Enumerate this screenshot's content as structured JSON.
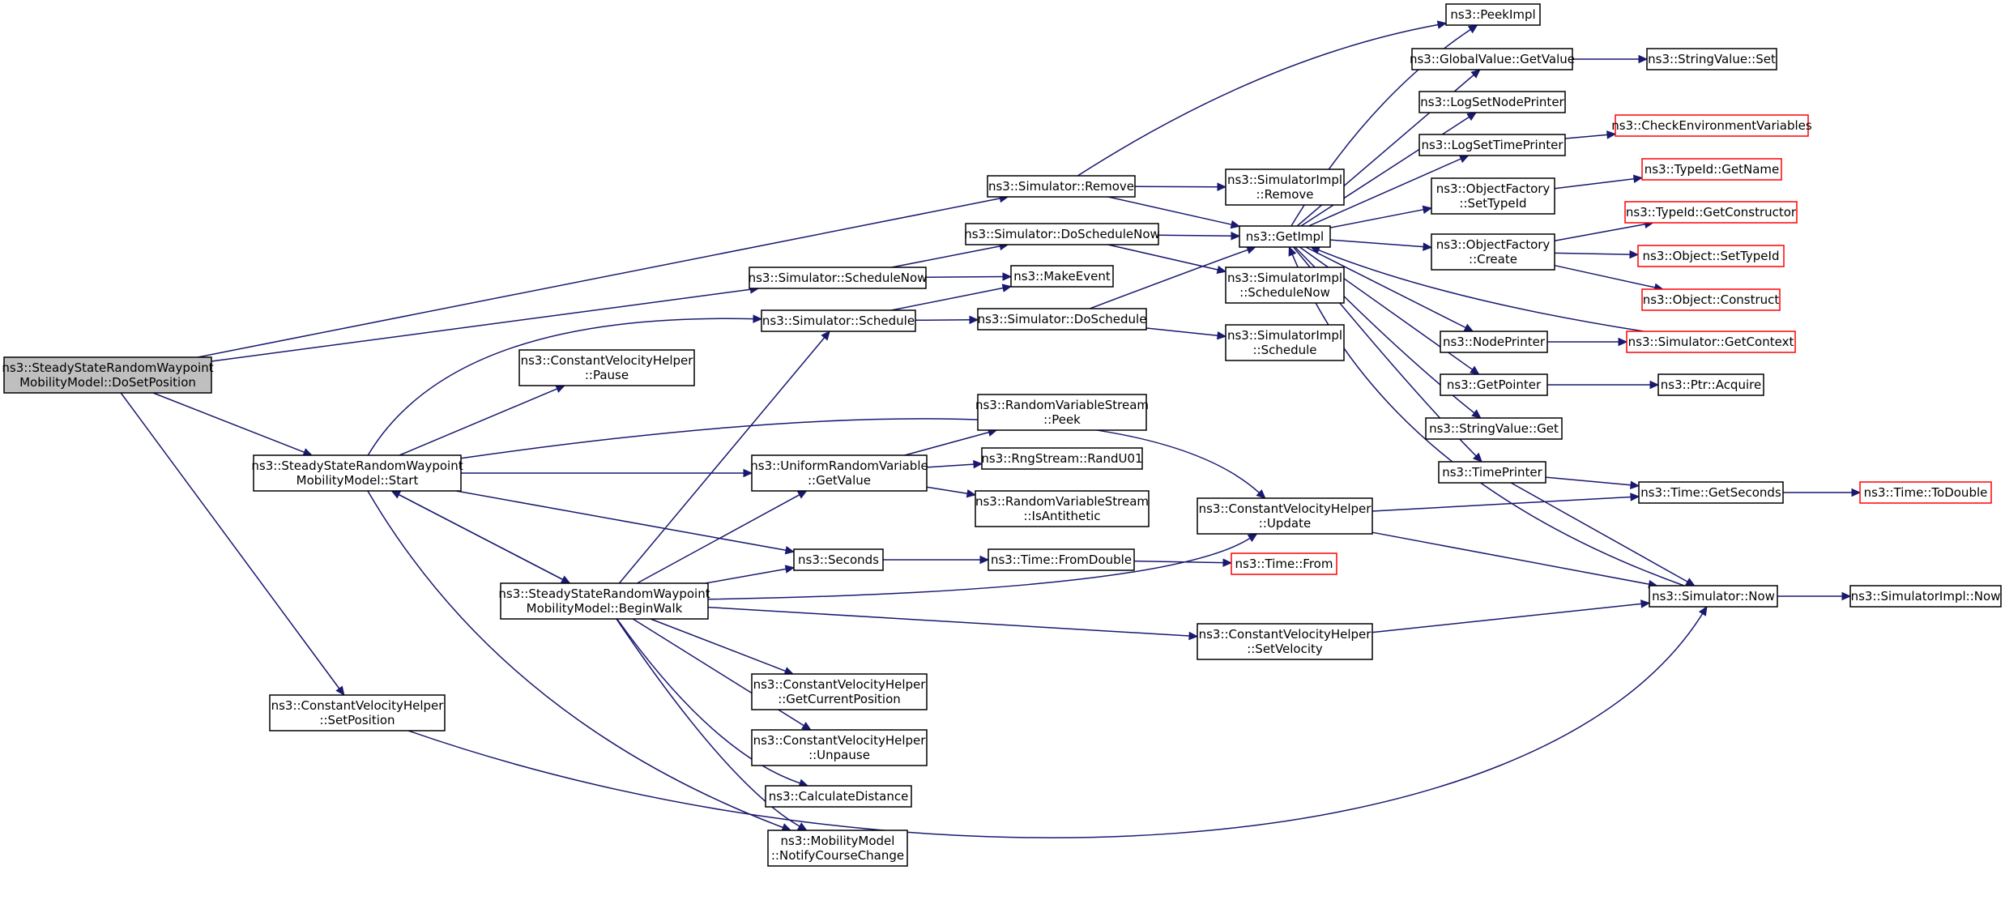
{
  "colors": {
    "edge": "#191970",
    "node_border": "#000000",
    "node_border_truncated": "#ff0000",
    "node_fill": "#ffffff",
    "root_fill": "#bfbfbf"
  },
  "nodes": {
    "root": {
      "lines": [
        "ns3::SteadyStateRandomWaypoint",
        "MobilityModel::DoSetPosition"
      ],
      "root": true
    },
    "remove": {
      "lines": [
        "ns3::Simulator::Remove"
      ]
    },
    "scheduleNow": {
      "lines": [
        "ns3::Simulator::ScheduleNow"
      ]
    },
    "schedule": {
      "lines": [
        "ns3::Simulator::Schedule"
      ]
    },
    "start": {
      "lines": [
        "ns3::SteadyStateRandomWaypoint",
        "MobilityModel::Start"
      ]
    },
    "setPosition": {
      "lines": [
        "ns3::ConstantVelocityHelper",
        "::SetPosition"
      ]
    },
    "pause": {
      "lines": [
        "ns3::ConstantVelocityHelper",
        "::Pause"
      ]
    },
    "uGetValue": {
      "lines": [
        "ns3::UniformRandomVariable",
        "::GetValue"
      ]
    },
    "seconds": {
      "lines": [
        "ns3::Seconds"
      ]
    },
    "beginWalk": {
      "lines": [
        "ns3::SteadyStateRandomWaypoint",
        "MobilityModel::BeginWalk"
      ]
    },
    "getCurPos": {
      "lines": [
        "ns3::ConstantVelocityHelper",
        "::GetCurrentPosition"
      ]
    },
    "unpause": {
      "lines": [
        "ns3::ConstantVelocityHelper",
        "::Unpause"
      ]
    },
    "calcDist": {
      "lines": [
        "ns3::CalculateDistance"
      ]
    },
    "notify": {
      "lines": [
        "ns3::MobilityModel",
        "::NotifyCourseChange"
      ]
    },
    "doScheduleNow": {
      "lines": [
        "ns3::Simulator::DoScheduleNow"
      ]
    },
    "makeEvent": {
      "lines": [
        "ns3::MakeEvent"
      ]
    },
    "doSchedule": {
      "lines": [
        "ns3::Simulator::DoSchedule"
      ]
    },
    "peek": {
      "lines": [
        "ns3::RandomVariableStream",
        "::Peek"
      ]
    },
    "randU01": {
      "lines": [
        "ns3::RngStream::RandU01"
      ]
    },
    "isAnti": {
      "lines": [
        "ns3::RandomVariableStream",
        "::IsAntithetic"
      ]
    },
    "fromDouble": {
      "lines": [
        "ns3::Time::FromDouble"
      ]
    },
    "implRemove": {
      "lines": [
        "ns3::SimulatorImpl",
        "::Remove"
      ]
    },
    "getImpl": {
      "lines": [
        "ns3::GetImpl"
      ]
    },
    "implScheduleNow": {
      "lines": [
        "ns3::SimulatorImpl",
        "::ScheduleNow"
      ]
    },
    "implSchedule": {
      "lines": [
        "ns3::SimulatorImpl",
        "::Schedule"
      ]
    },
    "cvUpdate": {
      "lines": [
        "ns3::ConstantVelocityHelper",
        "::Update"
      ]
    },
    "timeFrom": {
      "lines": [
        "ns3::Time::From"
      ],
      "truncated": true
    },
    "cvSetVelocity": {
      "lines": [
        "ns3::ConstantVelocityHelper",
        "::SetVelocity"
      ]
    },
    "peekImpl": {
      "lines": [
        "ns3::PeekImpl"
      ]
    },
    "gvGetValue": {
      "lines": [
        "ns3::GlobalValue::GetValue"
      ]
    },
    "logNode": {
      "lines": [
        "ns3::LogSetNodePrinter"
      ]
    },
    "logTime": {
      "lines": [
        "ns3::LogSetTimePrinter"
      ]
    },
    "ofSetTypeId": {
      "lines": [
        "ns3::ObjectFactory",
        "::SetTypeId"
      ]
    },
    "ofCreate": {
      "lines": [
        "ns3::ObjectFactory",
        "::Create"
      ]
    },
    "nodePrinter": {
      "lines": [
        "ns3::NodePrinter"
      ]
    },
    "getPointer": {
      "lines": [
        "ns3::GetPointer"
      ]
    },
    "svGet": {
      "lines": [
        "ns3::StringValue::Get"
      ]
    },
    "timePrinter": {
      "lines": [
        "ns3::TimePrinter"
      ]
    },
    "svSet": {
      "lines": [
        "ns3::StringValue::Set"
      ]
    },
    "checkEnv": {
      "lines": [
        "ns3::CheckEnvironmentVariables"
      ],
      "truncated": true
    },
    "tidGetName": {
      "lines": [
        "ns3::TypeId::GetName"
      ],
      "truncated": true
    },
    "tidGetCtor": {
      "lines": [
        "ns3::TypeId::GetConstructor"
      ],
      "truncated": true
    },
    "objSetTypeId": {
      "lines": [
        "ns3::Object::SetTypeId"
      ],
      "truncated": true
    },
    "objConstruct": {
      "lines": [
        "ns3::Object::Construct"
      ],
      "truncated": true
    },
    "simGetContext": {
      "lines": [
        "ns3::Simulator::GetContext"
      ],
      "truncated": true
    },
    "ptrAcquire": {
      "lines": [
        "ns3::Ptr::Acquire"
      ]
    },
    "timeGetSeconds": {
      "lines": [
        "ns3::Time::GetSeconds"
      ]
    },
    "simNow": {
      "lines": [
        "ns3::Simulator::Now"
      ]
    },
    "timeToDouble": {
      "lines": [
        "ns3::Time::ToDouble"
      ],
      "truncated": true
    },
    "implNow": {
      "lines": [
        "ns3::SimulatorImpl::Now"
      ]
    }
  },
  "edges": [
    [
      "root",
      "remove"
    ],
    [
      "root",
      "scheduleNow"
    ],
    [
      "root",
      "start"
    ],
    [
      "root",
      "setPosition"
    ],
    [
      "remove",
      "implRemove"
    ],
    [
      "remove",
      "getImpl"
    ],
    [
      "remove",
      "peekImpl"
    ],
    [
      "scheduleNow",
      "doScheduleNow"
    ],
    [
      "scheduleNow",
      "makeEvent"
    ],
    [
      "schedule",
      "makeEvent"
    ],
    [
      "schedule",
      "doSchedule"
    ],
    [
      "start",
      "schedule"
    ],
    [
      "start",
      "pause"
    ],
    [
      "start",
      "uGetValue"
    ],
    [
      "start",
      "seconds"
    ],
    [
      "start",
      "beginWalk"
    ],
    [
      "start",
      "cvUpdate"
    ],
    [
      "start",
      "notify"
    ],
    [
      "beginWalk",
      "start"
    ],
    [
      "beginWalk",
      "schedule"
    ],
    [
      "beginWalk",
      "uGetValue"
    ],
    [
      "beginWalk",
      "seconds"
    ],
    [
      "beginWalk",
      "cvUpdate"
    ],
    [
      "beginWalk",
      "cvSetVelocity"
    ],
    [
      "beginWalk",
      "getCurPos"
    ],
    [
      "beginWalk",
      "unpause"
    ],
    [
      "beginWalk",
      "calcDist"
    ],
    [
      "beginWalk",
      "notify"
    ],
    [
      "setPosition",
      "simNow"
    ],
    [
      "uGetValue",
      "peek"
    ],
    [
      "uGetValue",
      "randU01"
    ],
    [
      "uGetValue",
      "isAnti"
    ],
    [
      "seconds",
      "fromDouble"
    ],
    [
      "fromDouble",
      "timeFrom"
    ],
    [
      "doScheduleNow",
      "getImpl"
    ],
    [
      "doScheduleNow",
      "implScheduleNow"
    ],
    [
      "doSchedule",
      "getImpl"
    ],
    [
      "doSchedule",
      "implSchedule"
    ],
    [
      "cvUpdate",
      "timeGetSeconds"
    ],
    [
      "cvUpdate",
      "simNow"
    ],
    [
      "cvSetVelocity",
      "simNow"
    ],
    [
      "getImpl",
      "peekImpl"
    ],
    [
      "getImpl",
      "gvGetValue"
    ],
    [
      "getImpl",
      "logNode"
    ],
    [
      "getImpl",
      "logTime"
    ],
    [
      "getImpl",
      "ofSetTypeId"
    ],
    [
      "getImpl",
      "ofCreate"
    ],
    [
      "getImpl",
      "nodePrinter"
    ],
    [
      "getImpl",
      "getPointer"
    ],
    [
      "getImpl",
      "svGet"
    ],
    [
      "getImpl",
      "timePrinter"
    ],
    [
      "gvGetValue",
      "svSet"
    ],
    [
      "logTime",
      "checkEnv"
    ],
    [
      "ofSetTypeId",
      "tidGetName"
    ],
    [
      "ofCreate",
      "tidGetCtor"
    ],
    [
      "ofCreate",
      "objSetTypeId"
    ],
    [
      "ofCreate",
      "objConstruct"
    ],
    [
      "nodePrinter",
      "simGetContext"
    ],
    [
      "simGetContext",
      "getImpl"
    ],
    [
      "getPointer",
      "ptrAcquire"
    ],
    [
      "timePrinter",
      "timeGetSeconds"
    ],
    [
      "timePrinter",
      "simNow"
    ],
    [
      "simNow",
      "getImpl"
    ],
    [
      "simNow",
      "implNow"
    ],
    [
      "timeGetSeconds",
      "timeToDouble"
    ]
  ]
}
